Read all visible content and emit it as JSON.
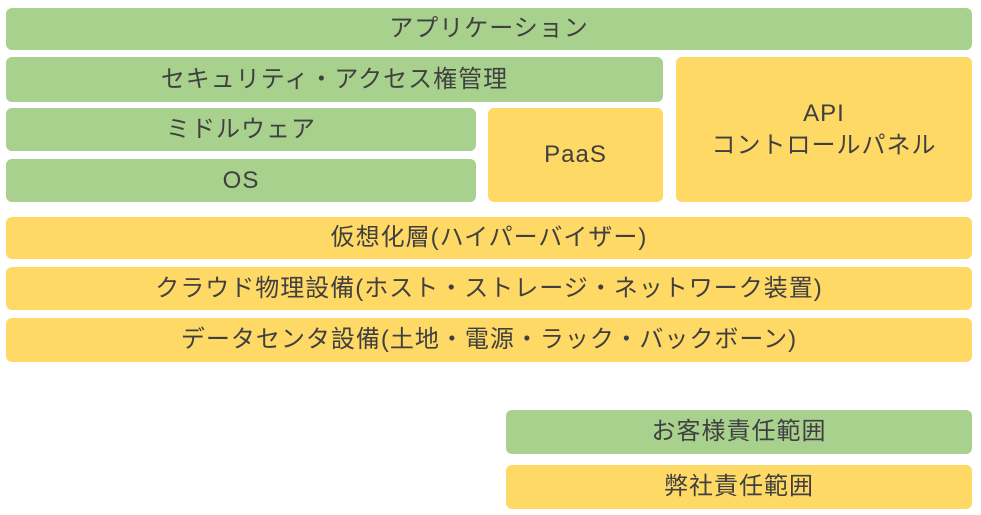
{
  "diagram": {
    "stack": {
      "application": "アプリケーション",
      "security": "セキュリティ・アクセス権管理",
      "middleware": "ミドルウェア",
      "os": "OS",
      "paas": "PaaS",
      "api_line1": "API",
      "api_line2": "コントロールパネル",
      "virtualization": "仮想化層(ハイパーバイザー)",
      "cloud_physical": "クラウド物理設備(ホスト・ストレージ・ネットワーク装置)",
      "datacenter": "データセンタ設備(土地・電源・ラック・バックボーン)"
    },
    "legend": {
      "customer": "お客様責任範囲",
      "provider": "弊社責任範囲"
    },
    "colors": {
      "customer_green": "#A9D18E",
      "provider_yellow": "#FFD966",
      "text": "#404040",
      "background": "#FFFFFF"
    }
  }
}
